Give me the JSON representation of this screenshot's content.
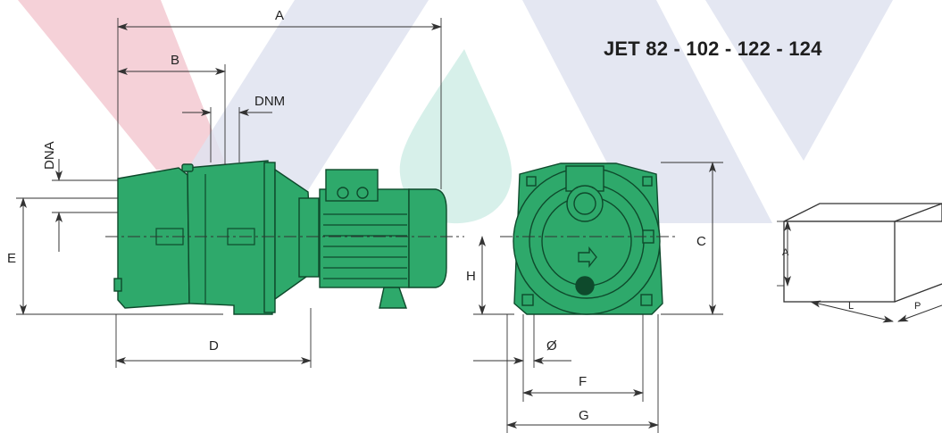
{
  "title": "JET 82 - 102 - 122 - 124",
  "dimension_labels": {
    "A": "A",
    "B": "B",
    "DNM": "DNM",
    "DNA": "DNA",
    "E": "E",
    "D": "D",
    "H": "H",
    "C": "C",
    "O": "Ø",
    "F": "F",
    "G": "G"
  },
  "package_labels": {
    "A": "A",
    "L": "L",
    "P": "P"
  },
  "colors": {
    "pump_green": "#2ea96b",
    "pump_dark": "#0e4a2c",
    "watermark_red": "#f3c9d1",
    "watermark_blue": "#dfe3f0",
    "watermark_teal": "#d3eee8"
  }
}
